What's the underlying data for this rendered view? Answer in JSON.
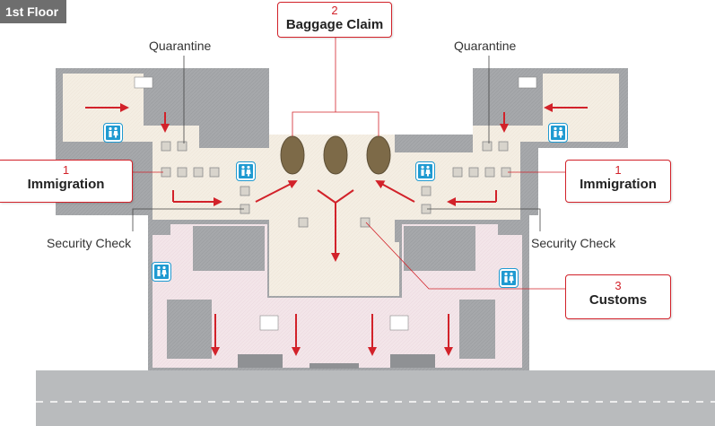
{
  "floor": {
    "label": "1st Floor"
  },
  "callouts": {
    "baggage": {
      "number": "2",
      "name": "Baggage Claim"
    },
    "immigration_left": {
      "number": "1",
      "name": "Immigration"
    },
    "immigration_right": {
      "number": "1",
      "name": "Immigration"
    },
    "customs": {
      "number": "3",
      "name": "Customs"
    }
  },
  "labels": {
    "quarantine_left": "Quarantine",
    "quarantine_right": "Quarantine",
    "security_left": "Security Check",
    "security_right": "Security Check"
  },
  "icons": {
    "restroom": "restroom-icon",
    "stairs": "stairs-icon",
    "carousel": "baggage-carousel-icon",
    "booth": "booth-icon",
    "arrow": "direction-arrow-icon"
  },
  "colors": {
    "accent_red": "#d2222a",
    "restroom_blue": "#1f9ad1",
    "wall_gray": "#a6a8ab",
    "floor_cream": "#f4eee3",
    "floor_pink": "#f3e5e9",
    "carousel_brown": "#7d6a48",
    "road_gray": "#b9bbbd"
  }
}
